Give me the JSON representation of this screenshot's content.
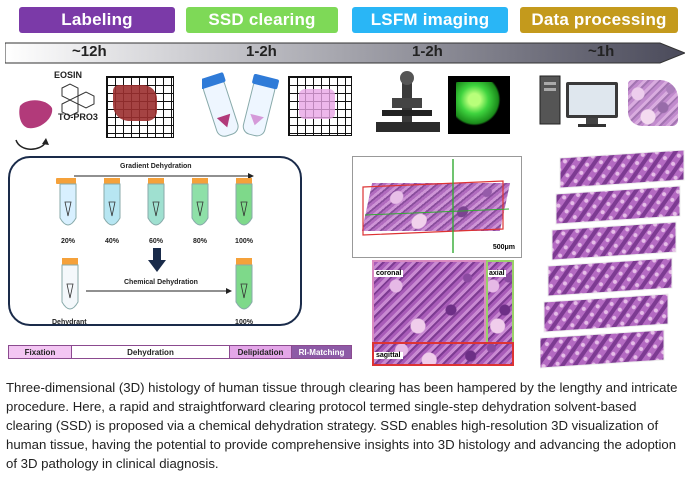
{
  "stages": [
    {
      "label": "Labeling",
      "color": "#7b3aa8"
    },
    {
      "label": "SSD clearing",
      "color": "#7ed957"
    },
    {
      "label": "LSFM imaging",
      "color": "#29b6f6"
    },
    {
      "label": "Data processing",
      "color": "#c49a1c"
    }
  ],
  "timeline": {
    "times": [
      "~12h",
      "1-2h",
      "1-2h",
      "~1h"
    ]
  },
  "labeling": {
    "dye1": "EOSIN",
    "dye2": "TO-PRO3"
  },
  "dehydration_panel": {
    "gradient_title": "Gradient Dehydration",
    "gradient_steps": [
      "20%",
      "40%",
      "60%",
      "80%",
      "100%"
    ],
    "chemical_title": "Chemical Dehydration",
    "chemical_start": "Dehydrant",
    "chemical_end": "100%"
  },
  "workflow_bar": {
    "fixation": "Fixation",
    "dehydration": "Dehydration",
    "delipidation": "Delipidation",
    "ri_matching": "RI-Matching"
  },
  "imaging_views": {
    "scale_bar": "500μm",
    "coronal": "coronal",
    "axial": "axial",
    "sagittal": "sagittal"
  },
  "description": "Three-dimensional (3D) histology of human tissue through clearing has been hampered by the lengthy and intricate procedure. Here, a rapid and straightforward clearing protocol termed single-step dehydration solvent-based clearing (SSD) is proposed via a chemical dehydration strategy. SSD enables high-resolution 3D visualization of human tissue, having the potential to provide comprehensive insights into 3D histology and advancing the adoption of 3D pathology in clinical diagnosis.",
  "colors": {
    "fixation": "#f3c6f3",
    "delipidation": "#e3a6e8",
    "ri_matching": "#8d5aa6",
    "tissue": "#a85bb8"
  }
}
